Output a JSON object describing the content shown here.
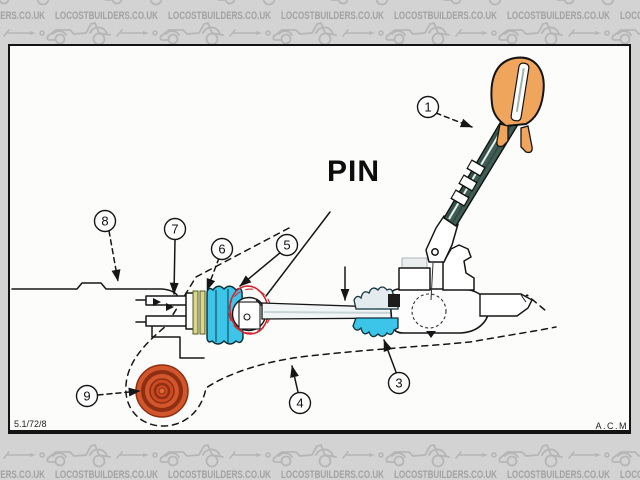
{
  "watermark": {
    "text": "LOCOSTBUILDERS.CO.UK"
  },
  "panel": {
    "pin_label": "PIN",
    "footer_left": "5.1/72/8",
    "footer_right": "A.C.M",
    "callouts": {
      "c1": "1",
      "c3": "3",
      "c4": "4",
      "c5": "5",
      "c6": "6",
      "c7": "7",
      "c8": "8",
      "c9": "9"
    }
  },
  "colors": {
    "banner_bg": "#d3d3d3",
    "banner_ink": "#a2a2a2",
    "panel_bg": "#fcfcfa",
    "line_ink": "#161616",
    "knob_orange": "#f0a55c",
    "boot_cyan": "#3cc5e8",
    "boot_grey": "#e3ebee",
    "highlight_red": "#d22630",
    "grommet_orange": "#d2562b",
    "grommet_dark": "#8e2e12",
    "washer_olive": "#d8d88c",
    "shaft_green": "#3f5d54"
  }
}
